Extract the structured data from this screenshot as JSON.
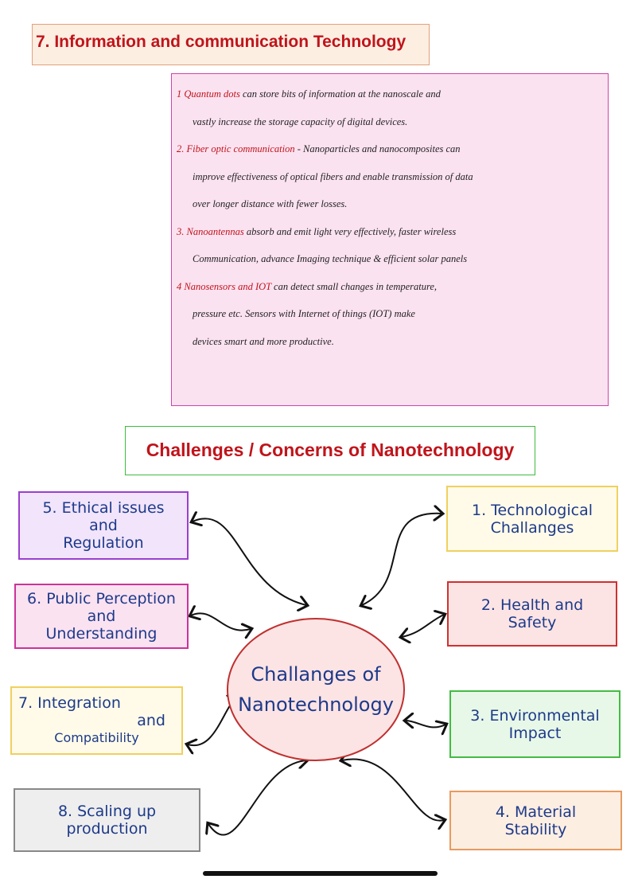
{
  "section_title": "7. Information and communication Technology",
  "ict_points": [
    {
      "lead": "1 Quantum dots",
      "line1": " can store bits of information at the nanoscale and",
      "cont": [
        "vastly increase the storage capacity of digital devices."
      ]
    },
    {
      "lead": "2. Fiber optic communication",
      "line1": " - Nanoparticles and nanocomposites can",
      "cont": [
        "improve effectiveness of optical fibers and enable transmission of data",
        "over longer distance with fewer losses."
      ]
    },
    {
      "lead": "3. Nanoantennas",
      "line1": " absorb and emit light very effectively, faster wireless",
      "cont": [
        "Communication, advance Imaging technique & efficient solar panels"
      ]
    },
    {
      "lead": "4 Nanosensors and IOT",
      "line1": " can detect small changes in temperature,",
      "cont": [
        "pressure etc. Sensors with Internet of things (IOT) make",
        "devices smart and more productive."
      ]
    }
  ],
  "challenges_heading": "Challenges / Concerns of Nanotechnology",
  "center": {
    "line1": "Challanges of",
    "line2": "Nanotechnology"
  },
  "boxes": {
    "b1": {
      "l1": "1. Technological",
      "l2": "Challanges"
    },
    "b2": {
      "l1": "2. Health and",
      "l2": "Safety"
    },
    "b3": {
      "l1": "3. Environmental",
      "l2": "Impact"
    },
    "b4": {
      "l1": "4. Material",
      "l2": "Stability"
    },
    "b5": {
      "l1": "5. Ethical issues",
      "l2": "and",
      "l3": "Regulation"
    },
    "b6": {
      "l1": "6. Public Perception",
      "l2": "and",
      "l3": "Understanding"
    },
    "b7": {
      "l1": "7. Integration",
      "l2": "and",
      "l3": "Compatibility"
    },
    "b8": {
      "l1": "8. Scaling up",
      "l2": "production"
    }
  },
  "colors": {
    "red": "#c0141b",
    "blue": "#1d3a8a",
    "pink": "#fbe2f1",
    "green": "#3dbb3d"
  }
}
